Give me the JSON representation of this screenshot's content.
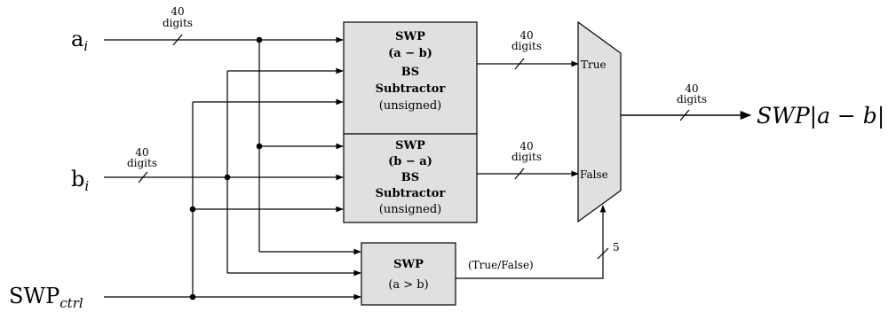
{
  "inputs": {
    "a": {
      "base": "a",
      "sub": "i"
    },
    "b": {
      "base": "b",
      "sub": "i"
    },
    "ctrl": {
      "base": "SWP",
      "sub": "ctrl"
    }
  },
  "bus_widths": {
    "a_in": {
      "num": "40",
      "unit": "digits"
    },
    "b_in": {
      "num": "40",
      "unit": "digits"
    },
    "sub1_out": {
      "num": "40",
      "unit": "digits"
    },
    "sub2_out": {
      "num": "40",
      "unit": "digits"
    },
    "mux_out": {
      "num": "40",
      "unit": "digits"
    },
    "cmp_out": "5"
  },
  "blocks": {
    "sub_ab": {
      "line1": "SWP",
      "line2": "(a − b)",
      "line3": "BS",
      "line4": "Subtractor",
      "line5": "(unsigned)"
    },
    "sub_ba": {
      "line1": "SWP",
      "line2": "(b − a)",
      "line3": "BS",
      "line4": "Subtractor",
      "line5": "(unsigned)"
    },
    "cmp": {
      "line1": "SWP",
      "line2": "(a > b)"
    }
  },
  "mux": {
    "true_label": "True",
    "false_label": "False"
  },
  "cmp_signal_label": "(True/False)",
  "output": {
    "text": "SWP|a − b|"
  },
  "colors": {
    "block_fill": "#e0e0e0",
    "line": "#000000"
  }
}
